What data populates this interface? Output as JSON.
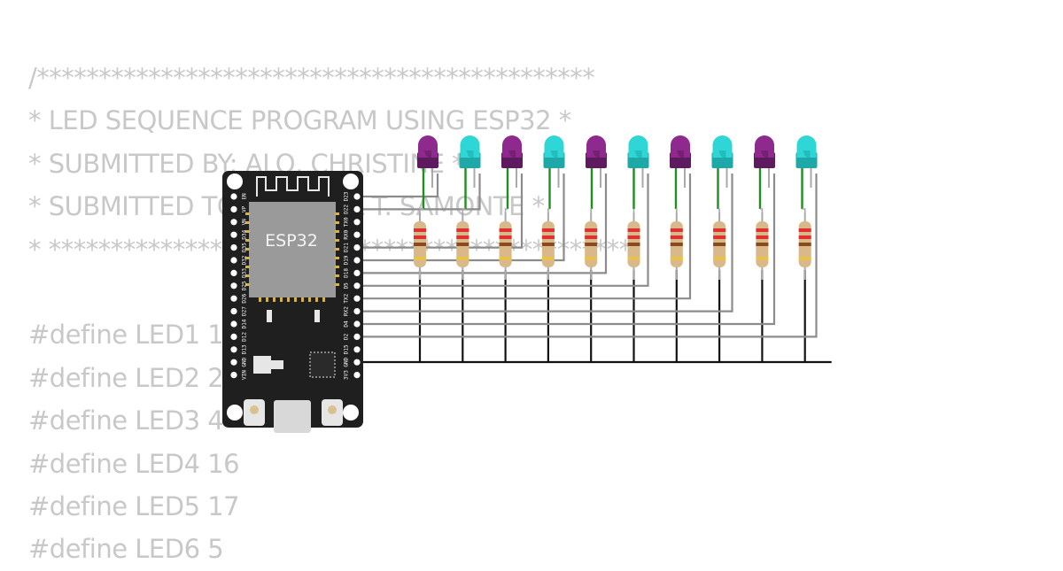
{
  "code_lines": [
    "/*********************************************",
    "* LED SEQUENCE PROGRAM USING ESP32 *",
    "* SUBMITTED BY: ALO, CHRISTINE *",
    "* SUBMITTED TO: MICHAEL T. SAMONTE *",
    "* ***********************************************/",
    "",
    "#define LED1 1",
    "#define LED2 2",
    "#define LED3 4",
    "#define LED4 16",
    "#define LED5 17",
    "#define LED6 5"
  ],
  "board": {
    "chip_label": "ESP32",
    "left_pins": [
      "EN",
      "VP",
      "VN",
      "D34",
      "D35",
      "D32",
      "D33",
      "D25",
      "D26",
      "D27",
      "D14",
      "D12",
      "D13",
      "GND",
      "VIN"
    ],
    "right_pins": [
      "D23",
      "D22",
      "TX0",
      "RX0",
      "D21",
      "D19",
      "D18",
      "D5",
      "TX2",
      "RX2",
      "D4",
      "D2",
      "D15",
      "GND",
      "3V3"
    ]
  },
  "leds": [
    {
      "color": "purple"
    },
    {
      "color": "cyan"
    },
    {
      "color": "purple"
    },
    {
      "color": "cyan"
    },
    {
      "color": "purple"
    },
    {
      "color": "cyan"
    },
    {
      "color": "purple"
    },
    {
      "color": "cyan"
    },
    {
      "color": "purple"
    },
    {
      "color": "cyan"
    }
  ],
  "colors": {
    "purple_led": "#8e2a8e",
    "cyan_led": "#2ed6d6",
    "board": "#1f1f1f",
    "chip": "#9a9a9a",
    "wire_gray": "#8c8c8c",
    "wire_black": "#111111",
    "wire_green": "#1f8f1f",
    "resistor_body": "#d9b98a",
    "code_text": "#c8c8c8"
  }
}
